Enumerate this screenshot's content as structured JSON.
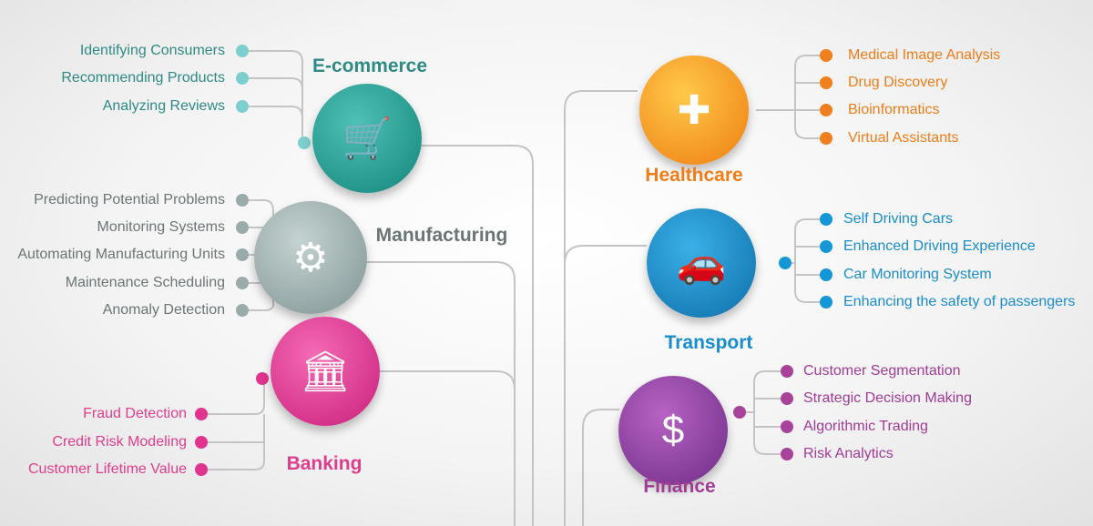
{
  "sectors": {
    "ecommerce": {
      "title": "E-commerce",
      "color": "#2e8a85",
      "items": [
        "Identifying Consumers",
        "Recommending Products",
        "Analyzing Reviews"
      ]
    },
    "manufacturing": {
      "title": "Manufacturing",
      "color": "#6b7575",
      "items": [
        "Predicting Potential Problems",
        "Monitoring Systems",
        "Automating Manufacturing Units",
        "Maintenance Scheduling",
        "Anomaly Detection"
      ]
    },
    "banking": {
      "title": "Banking",
      "color": "#e03c8c",
      "items": [
        "Fraud Detection",
        "Credit Risk Modeling",
        "Customer Lifetime Value"
      ]
    },
    "healthcare": {
      "title": "Healthcare",
      "color": "#ee7d1a",
      "items": [
        "Medical Image Analysis",
        "Drug Discovery",
        "Bioinformatics",
        "Virtual Assistants"
      ]
    },
    "transport": {
      "title": "Transport",
      "color": "#1a8ccc",
      "items": [
        "Self Driving Cars",
        "Enhanced Driving Experience",
        "Car Monitoring System",
        "Enhancing the safety of passengers"
      ]
    },
    "finance": {
      "title": "Finance",
      "color": "#a13b96",
      "items": [
        "Customer Segmentation",
        "Strategic Decision Making",
        "Algorithmic Trading",
        "Risk Analytics"
      ]
    }
  }
}
